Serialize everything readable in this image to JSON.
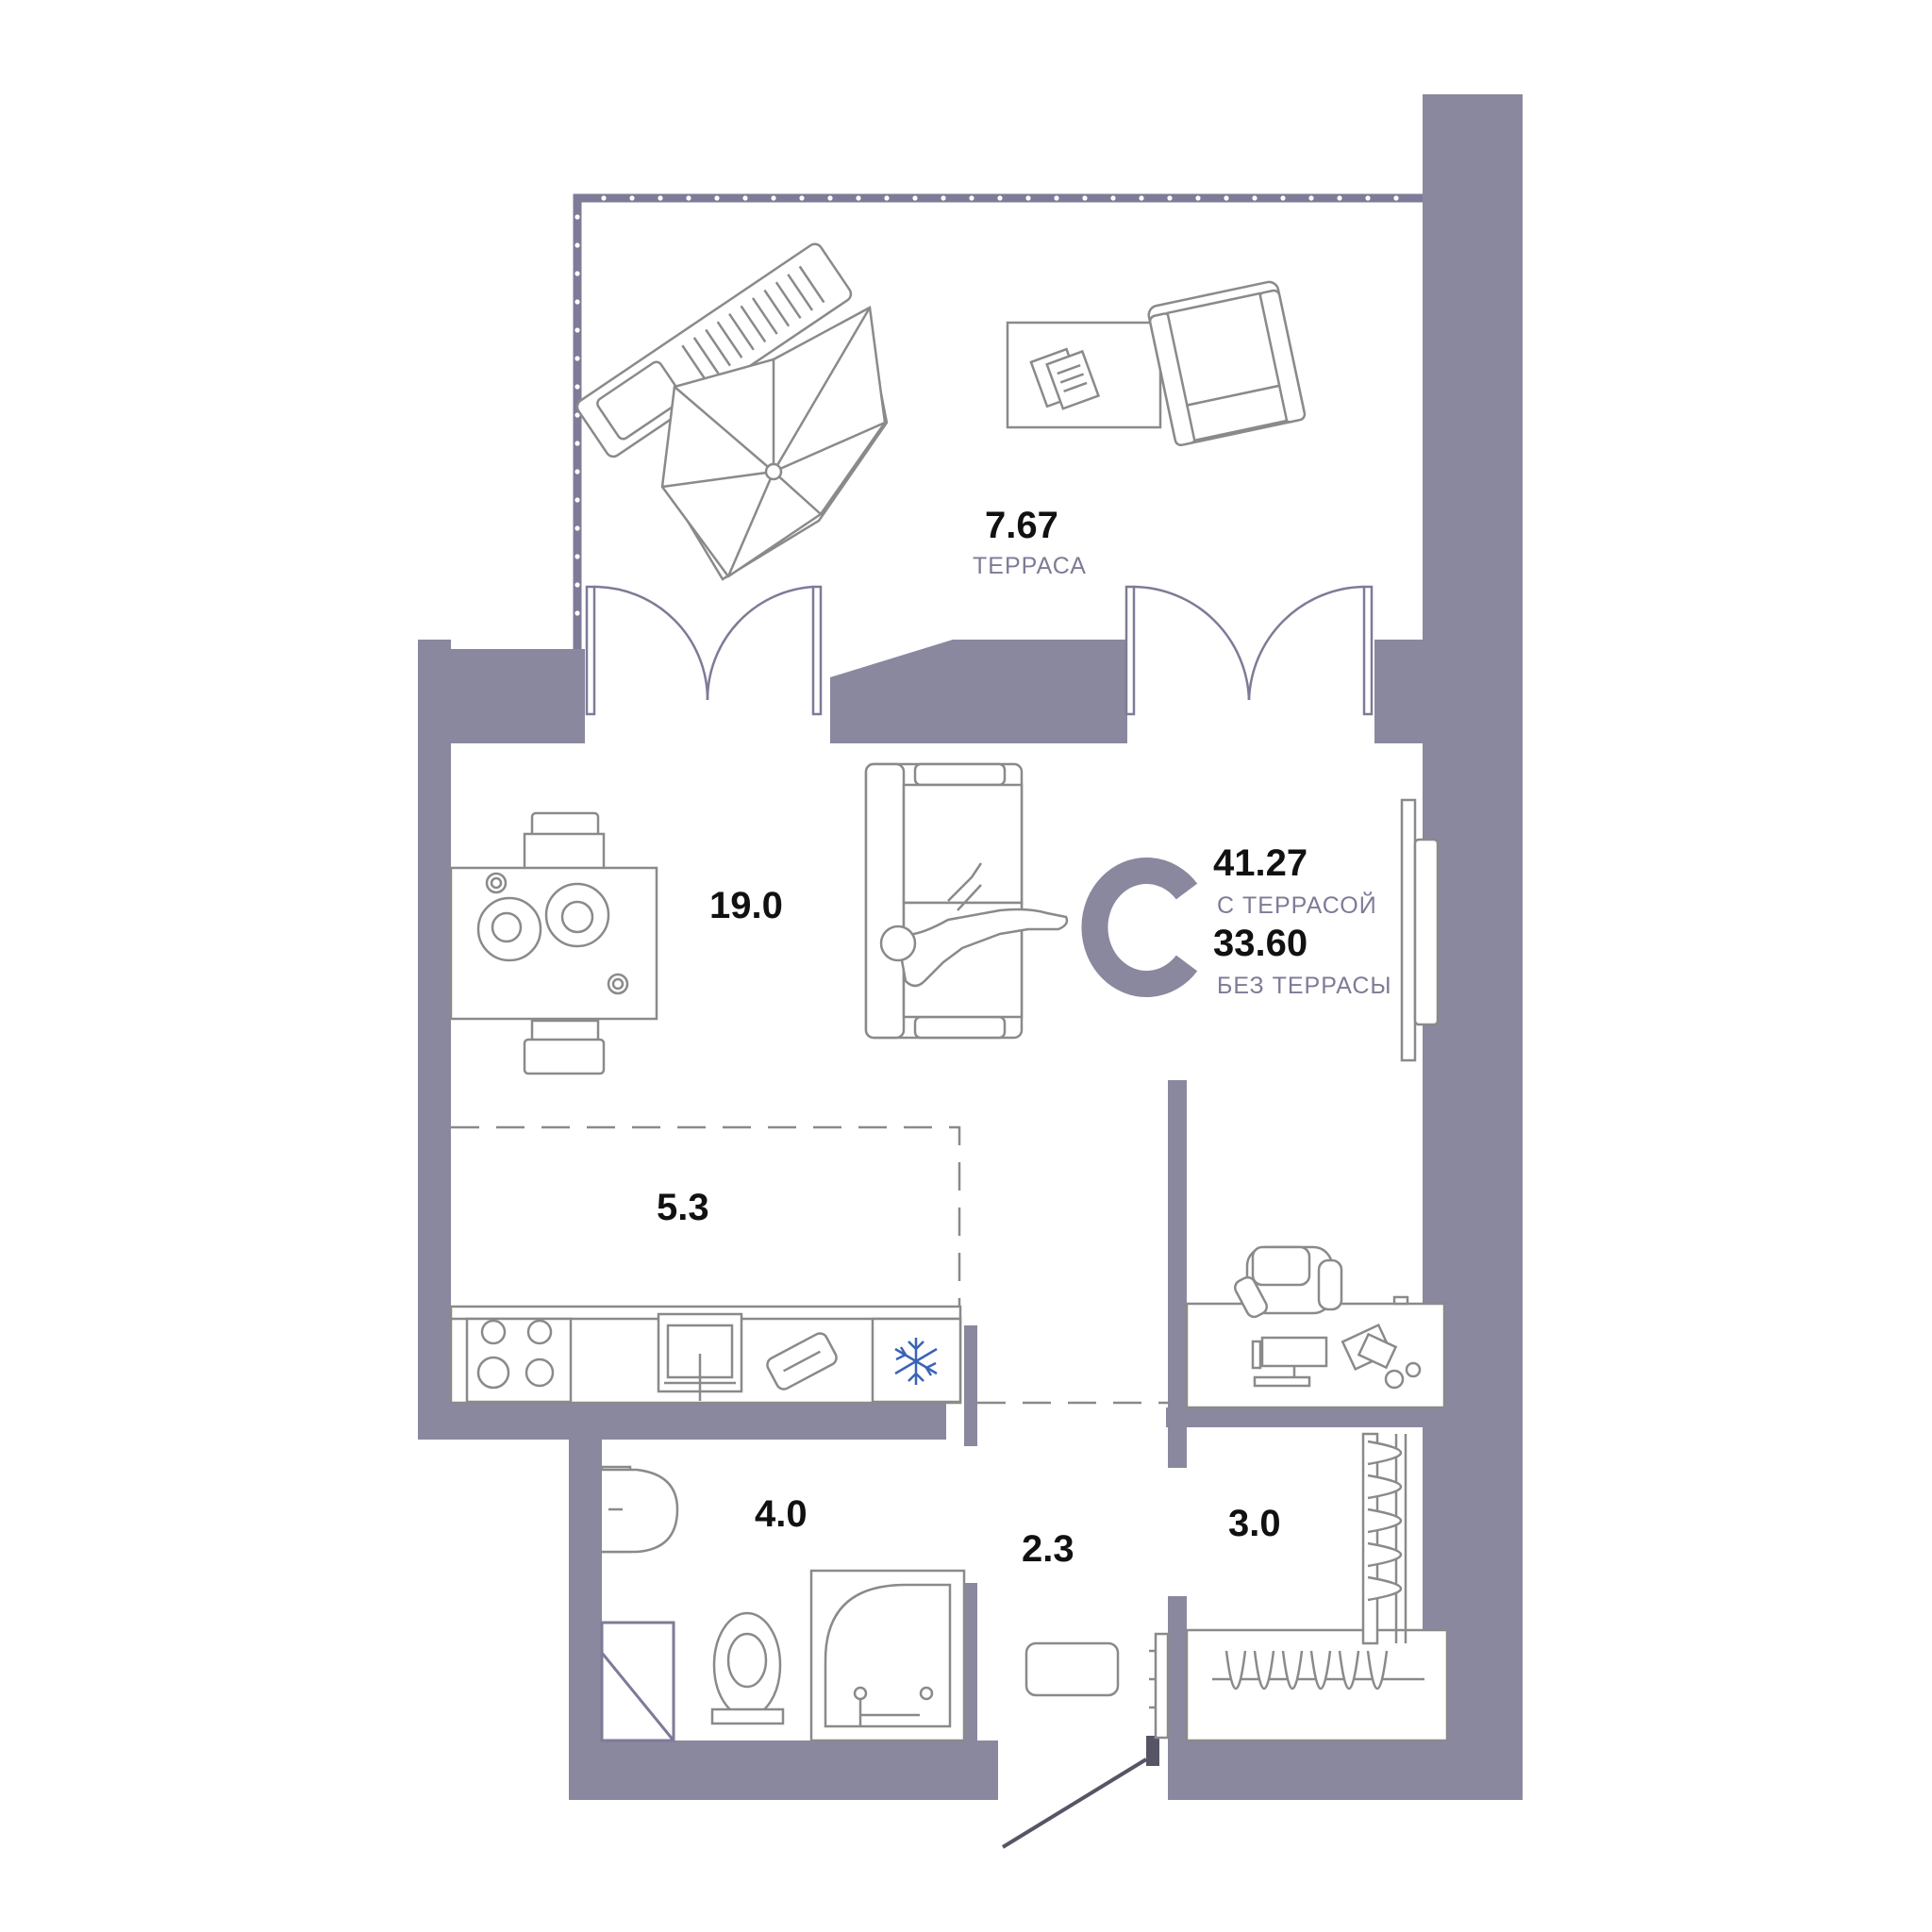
{
  "colors": {
    "wall": "#8a889f",
    "line": "#8a8a8a",
    "accent": "#7d7b97",
    "text": "#111111",
    "snowflake": "#3a63b5"
  },
  "apartment": {
    "type_letter": "С",
    "total_with_terrace": "41.27",
    "with_terrace_label": "С ТЕРРАСОЙ",
    "total_without_terrace": "33.60",
    "without_terrace_label": "БЕЗ ТЕРРАСЫ"
  },
  "rooms": {
    "terrace": {
      "area": "7.67",
      "label": "ТЕРРАСА"
    },
    "living": {
      "area": "19.0"
    },
    "kitchen": {
      "area": "5.3"
    },
    "bathroom": {
      "area": "4.0"
    },
    "hall": {
      "area": "2.3"
    },
    "wardrobe": {
      "area": "3.0"
    }
  },
  "icons": [
    "sun-lounger-icon",
    "umbrella-icon",
    "rug-icon",
    "armchair-icon",
    "dining-table-icon",
    "sofa-icon",
    "tv-icon",
    "office-chair-icon",
    "computer-icon",
    "stove-icon",
    "sink-icon",
    "cutting-board-icon",
    "snowflake-icon",
    "washbasin-icon",
    "toilet-icon",
    "shower-icon",
    "door-mat-icon",
    "radiator-icon"
  ]
}
